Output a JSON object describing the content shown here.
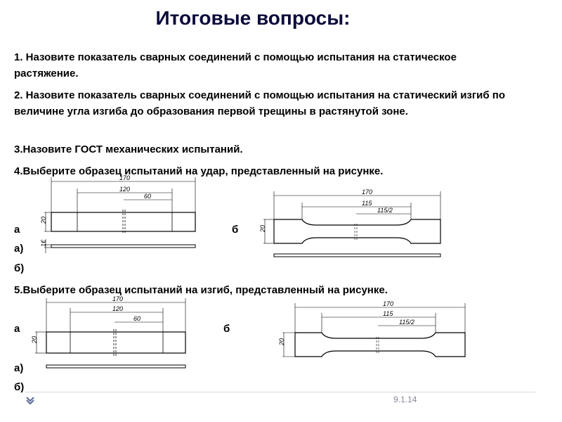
{
  "title": "Итоговые вопросы:",
  "questions": [
    "1. Назовите показатель сварных соединений с помощью испытания на статическое растяжение.",
    "2. Назовите показатель сварных соединений с помощью испытания на статический изгиб по величине угла изгиба до образования первой трещины в растянутой зоне.",
    "3.Назовите ГОСТ механических испытаний.",
    "4.Выберите образец испытаний на удар, представленный на рисунке.",
    "5.Выберите образец испытаний на изгиб, представленный на рисунке."
  ],
  "options": {
    "a": "а",
    "b": "б",
    "a_paren": "а)",
    "b_paren": "б)"
  },
  "drawing_left": {
    "d170": "170",
    "d120": "120",
    "d60": "60",
    "d20": "20",
    "d_th": "1€"
  },
  "drawing_right": {
    "d170": "170",
    "d115": "115",
    "d115_2": "115/2",
    "d20": "20"
  },
  "footer": {
    "date": "9.1.14",
    "nav_icon": "arrow-icon"
  }
}
